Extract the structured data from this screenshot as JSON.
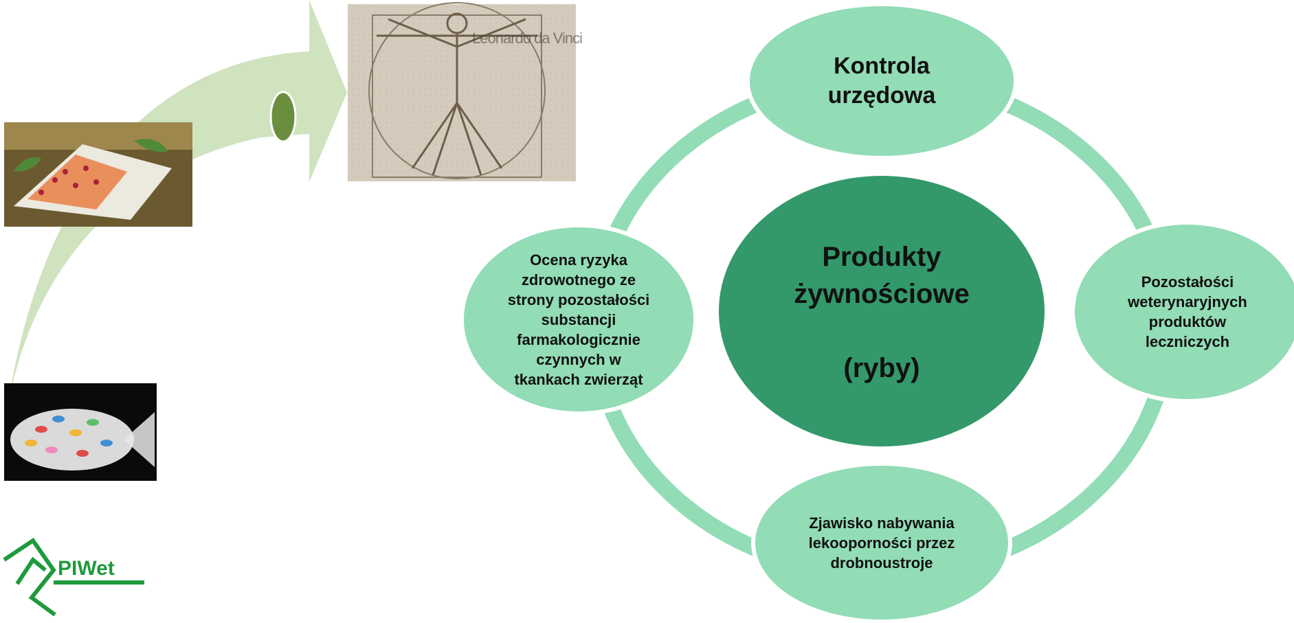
{
  "diagram": {
    "center": {
      "lines": [
        "Produkty",
        "żywnościowe",
        "",
        "(ryby)"
      ]
    },
    "top": {
      "lines": [
        "Kontrola",
        "urzędowa"
      ]
    },
    "right": {
      "lines": [
        "Pozostałości",
        "weterynaryjnych",
        "produktów",
        "leczniczych"
      ]
    },
    "bottom": {
      "lines": [
        "Zjawisko nabywania",
        "lekooporności przez",
        "drobnoustroje"
      ]
    },
    "left": {
      "lines": [
        "Ocena ryzyka",
        "zdrowotnego ze",
        "strony pozostałości",
        "substancji",
        "farmakologicznie",
        "czynnych w",
        "tkankach zwierząt"
      ]
    }
  },
  "images": {
    "davinci_watermark": "Leonardo da Vinci",
    "salmon": "salmon-dish-photo",
    "pills_fish": "pills-fish-photo"
  },
  "logo": {
    "text": "PIWet"
  },
  "colors": {
    "ring": "#92dcb6",
    "outer_nodes": "#92dcb6",
    "center": "#33996b",
    "arrow": "#cfe3bf",
    "arrow_dot": "#6b8e3e",
    "logo": "#1f9a3c"
  }
}
